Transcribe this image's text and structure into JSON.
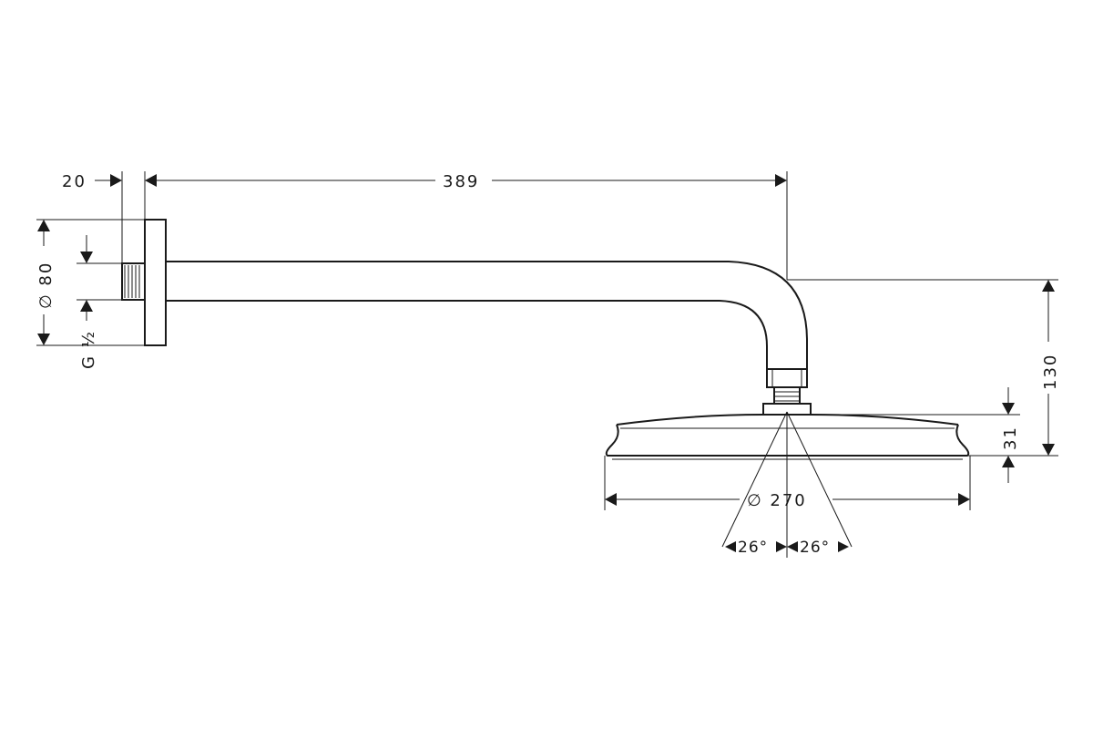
{
  "drawing": {
    "dimensions": {
      "wall_offset": "20",
      "arm_length": "389",
      "rosette_diameter": "∅ 80",
      "thread": "G ½",
      "head_drop": "130",
      "head_height": "31",
      "head_diameter": "∅ 270",
      "angle_left": "26°",
      "angle_right": "26°"
    }
  }
}
